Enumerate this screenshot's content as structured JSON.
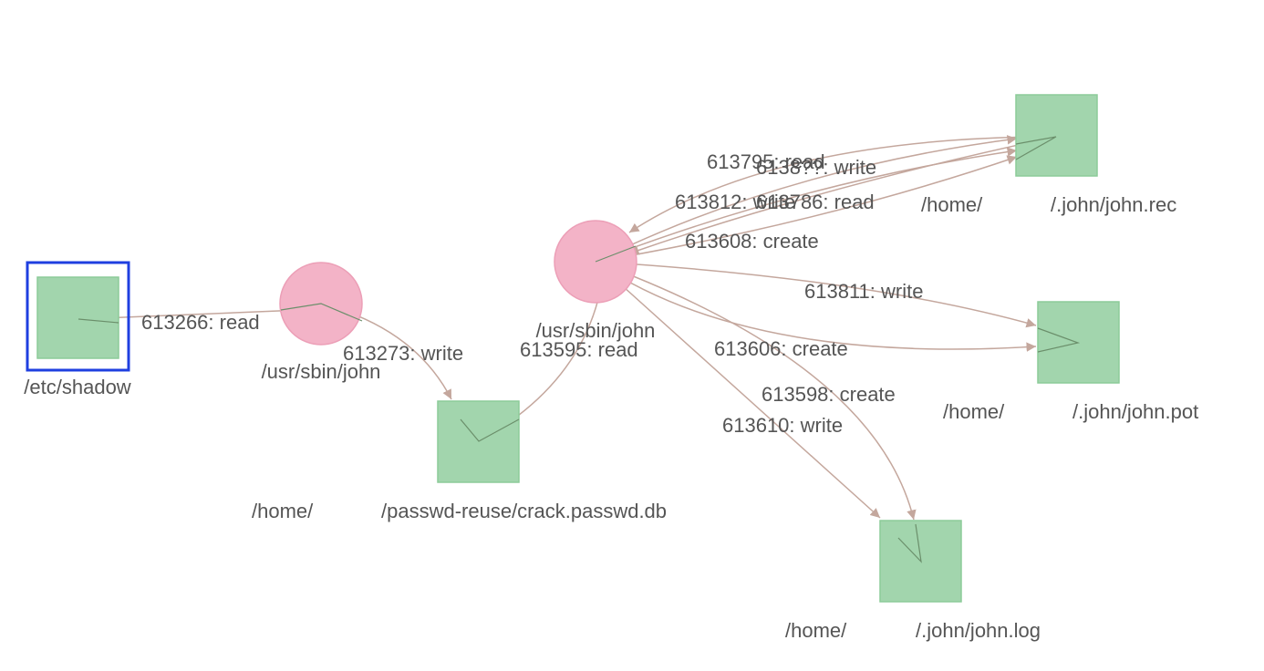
{
  "nodes": {
    "shadow": {
      "label": "/etc/shadow",
      "kind": "file",
      "selected": true
    },
    "john1": {
      "label": "/usr/sbin/john",
      "kind": "process"
    },
    "crackdb": {
      "label_left": "/home/",
      "label_right": "/passwd-reuse/crack.passwd.db",
      "kind": "file"
    },
    "john2": {
      "label": "/usr/sbin/john",
      "kind": "process"
    },
    "johnrec": {
      "label_left": "/home/",
      "label_right": "/.john/john.rec",
      "kind": "file"
    },
    "johnpot": {
      "label_left": "/home/",
      "label_right": "/.john/john.pot",
      "kind": "file"
    },
    "johnlog": {
      "label_left": "/home/",
      "label_right": "/.john/john.log",
      "kind": "file"
    }
  },
  "edges": {
    "e613266": "613266: read",
    "e613273": "613273: write",
    "e613595": "613595: read",
    "e613795": "613795: read",
    "e6138xx_write": "6138??: write",
    "e613812": "613812: write",
    "e613786": "613786: read",
    "e613608": "613608: create",
    "e613811": "613811: write",
    "e613606": "613606: create",
    "e613598": "613598: create",
    "e613610": "613610: write"
  },
  "colors": {
    "file_fill": "#a2d5ad",
    "process_fill": "#f3b3c7",
    "edge": "#c4a79d",
    "label": "#555555",
    "selection": "#1f3fe0"
  }
}
